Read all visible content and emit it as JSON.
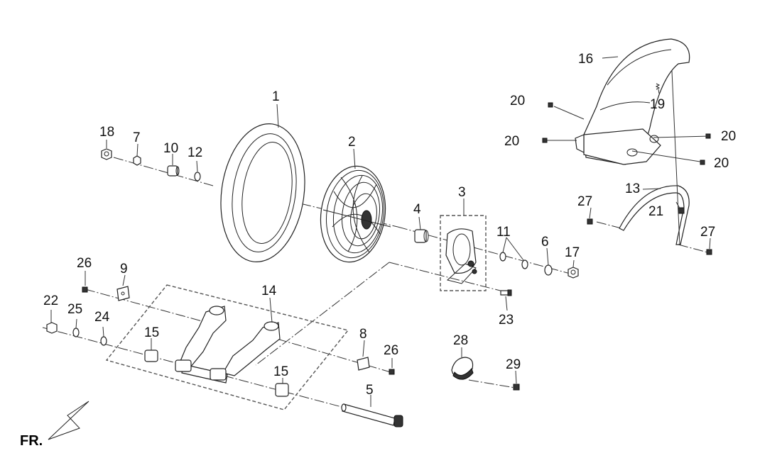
{
  "callouts": [
    "1",
    "2",
    "3",
    "4",
    "5",
    "6",
    "7",
    "8",
    "9",
    "10",
    "11",
    "12",
    "13",
    "14",
    "15",
    "16",
    "17",
    "18",
    "19",
    "20",
    "21",
    "22",
    "23",
    "24",
    "25",
    "26",
    "27",
    "28",
    "29"
  ],
  "direction_label": "FR."
}
